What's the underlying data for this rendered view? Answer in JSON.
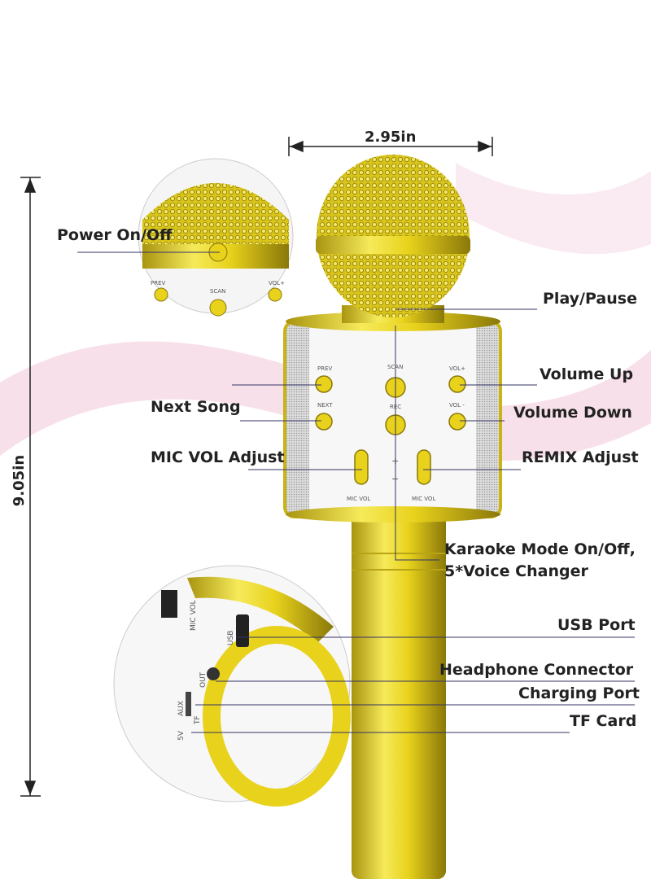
{
  "dimensions": {
    "width": "2.95in",
    "height": "9.05in"
  },
  "callouts": {
    "power": "Power On/Off",
    "play": "Play/Pause",
    "vol_up": "Volume Up",
    "next": "Next Song",
    "vol_down": "Volume Down",
    "mic_vol": "MIC VOL Adjust",
    "remix": "REMIX Adjust",
    "karaoke_1": "Karaoke Mode On/Off,",
    "karaoke_2": "5*Voice Changer",
    "usb": "USB Port",
    "headphone": "Headphone Connector",
    "charging": "Charging Port",
    "tf": "TF Card"
  },
  "device_labels": {
    "prev": "PREV",
    "scan": "SCAN",
    "vol_plus": "VOL+",
    "next": "NEXT",
    "rec": "REC",
    "vol_minus": "VOL -",
    "mic_vol": "MIC VOL",
    "plus": "+",
    "minus": "−",
    "usb": "USB",
    "out": "OUT",
    "aux": "AUX",
    "tf": "TF",
    "v5": "5V"
  },
  "colors": {
    "gold": "#e8d21c",
    "gold_dark": "#a89410",
    "silver": "#d8d8d8",
    "pink": "#f3c6d8"
  }
}
